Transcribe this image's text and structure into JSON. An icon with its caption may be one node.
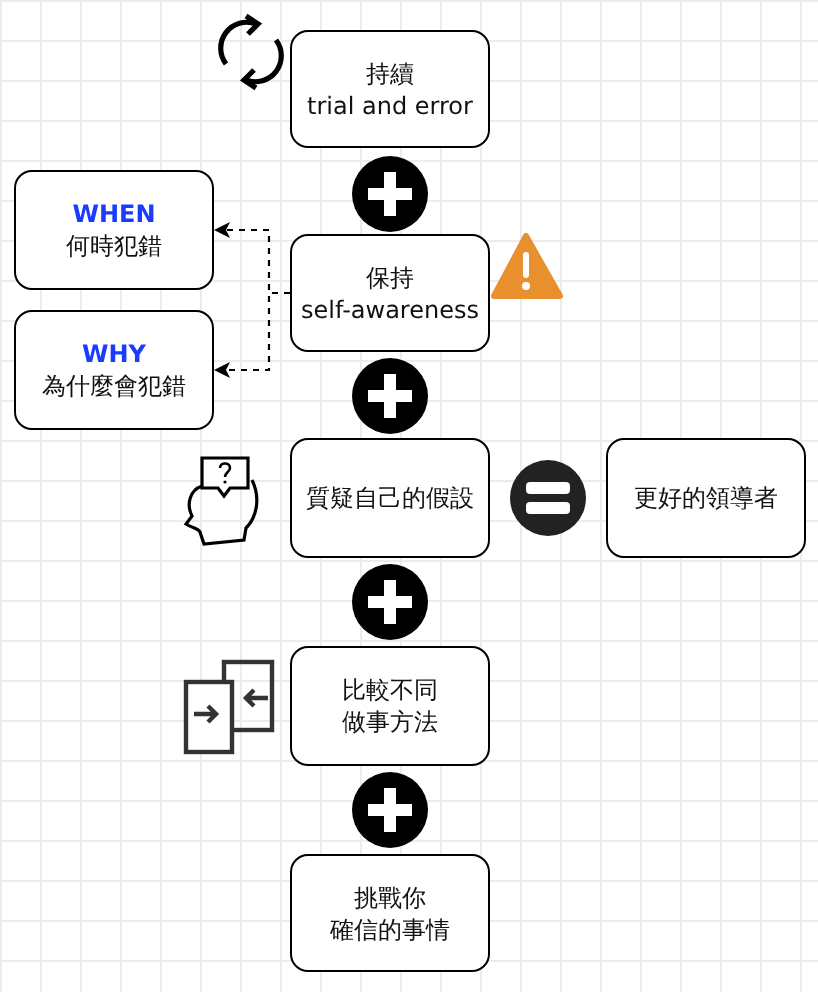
{
  "diagram": {
    "nodes": [
      {
        "text": [
          "持續",
          "trial and error"
        ]
      },
      {
        "text": [
          "WHEN",
          "何時犯錯"
        ]
      },
      {
        "text": [
          "保持",
          "self-awareness"
        ]
      },
      {
        "text": [
          "WHY",
          "為什麼會犯錯"
        ]
      },
      {
        "text": [
          "質疑自己的假設"
        ]
      },
      {
        "text": [
          "更好的領導者"
        ]
      },
      {
        "text": [
          "比較不同做事方法"
        ]
      },
      {
        "text": [
          "挑戰你確信的事情"
        ]
      }
    ],
    "edges": [
      {
        "from": 2,
        "to": 1,
        "arrow": "to",
        "style": "dashed"
      },
      {
        "from": 2,
        "to": 3,
        "arrow": "to",
        "style": "dashed"
      }
    ]
  }
}
